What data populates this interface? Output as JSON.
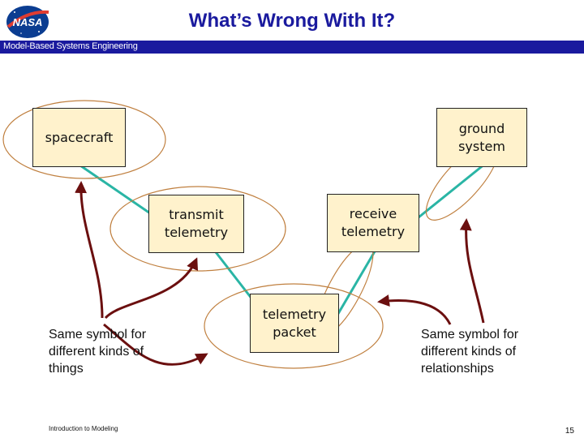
{
  "slide": {
    "title": "What’s Wrong With It?",
    "section_bar": "Model-Based Systems Engineering",
    "logo_text": "NASA",
    "footer": "Introduction to Modeling",
    "page_number": "15"
  },
  "diagram": {
    "nodes": {
      "spacecraft": "spacecraft",
      "ground_system_line1": "ground",
      "ground_system_line2": "system",
      "transmit_line1": "transmit",
      "transmit_line2": "telemetry",
      "receive_line1": "receive",
      "receive_line2": "telemetry",
      "packet_line1": "telemetry",
      "packet_line2": "packet"
    },
    "notes": {
      "left_line1": "Same symbol for",
      "left_line2": "different kinds of",
      "left_line3": "things",
      "right_line1": "Same symbol for",
      "right_line2": "different kinds of",
      "right_line3": "relationships"
    },
    "colors": {
      "box_fill": "#fff2cc",
      "connector": "#2ab5a5",
      "ellipse": "#c08040",
      "arrow": "#6b0f0f",
      "title": "#1a1a9e"
    }
  }
}
